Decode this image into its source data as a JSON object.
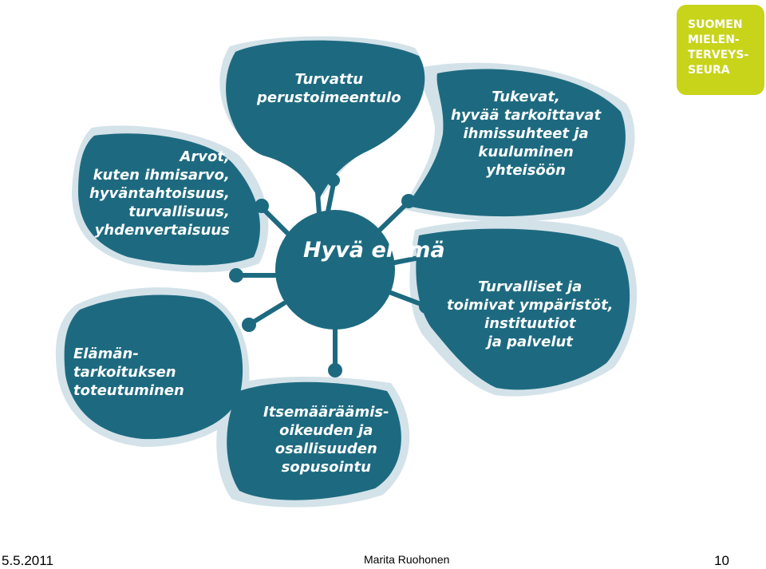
{
  "diagram": {
    "center": {
      "lines": [
        "Hyvä",
        "elämä"
      ]
    },
    "petals": [
      {
        "id": "security",
        "lines": [
          "Turvattu",
          "perustoimeentulo"
        ]
      },
      {
        "id": "relationships",
        "lines": [
          "Tukevat,",
          "hyvää tarkoittavat",
          "ihmissuhteet ja",
          "kuuluminen",
          "yhteisöön"
        ]
      },
      {
        "id": "environments",
        "lines": [
          "Turvalliset ja",
          "toimivat ympäristöt,",
          "instituutiot",
          "ja palvelut"
        ]
      },
      {
        "id": "self-determination",
        "lines": [
          "Itsemääräämis-",
          "oikeuden ja",
          "osallisuuden",
          "sopusointu"
        ]
      },
      {
        "id": "meaning",
        "lines": [
          "Elämän-",
          "tarkoituksen",
          "toteutuminen"
        ]
      },
      {
        "id": "values",
        "lines": [
          "Arvot,",
          "kuten ihmisarvo,",
          "hyväntahtoisuus,",
          "turvallisuus,",
          "yhdenvertaisuus"
        ]
      }
    ]
  },
  "logo": {
    "lines": [
      "SUOMEN",
      "MIELEN-",
      "TERVEYS-",
      "SEURA"
    ]
  },
  "footer": {
    "date": "5.5.2011",
    "author": "Marita Ruohonen",
    "page": "10"
  },
  "colors": {
    "petal": "#1d6a80",
    "shadow": "#c9dbe4",
    "logo": "#c8d41a"
  }
}
